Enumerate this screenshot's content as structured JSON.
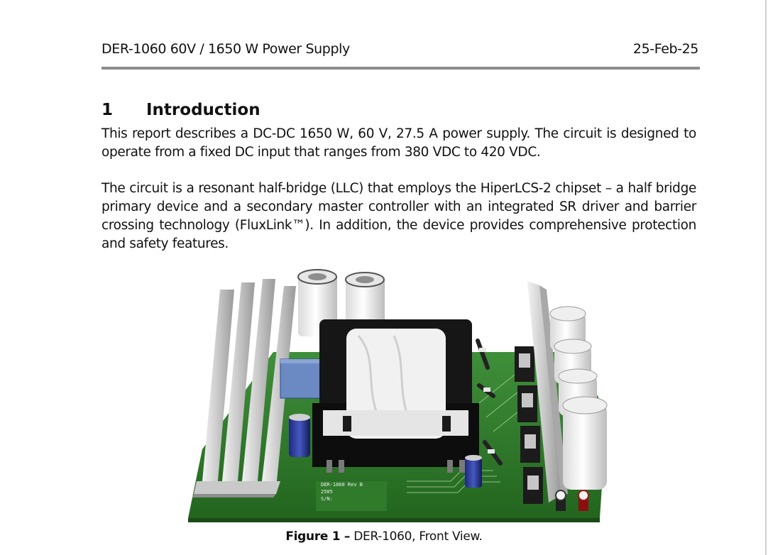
{
  "header": {
    "doc_title": "DER-1060 60V / 1650 W Power Supply",
    "date": "25-Feb-25"
  },
  "section": {
    "number": "1",
    "title": "Introduction"
  },
  "paragraphs": [
    "This report describes a DC-DC 1650 W, 60 V, 27.5 A power supply. The circuit is designed to operate from a fixed DC input that ranges from 380 VDC to 420 VDC.",
    "The circuit is a resonant half-bridge (LLC) that employs the HiperLCS-2 chipset – a half bridge primary device and a secondary master controller with an integrated SR driver and barrier crossing technology (FluxLink™). In addition, the device provides comprehensive protection and safety features."
  ],
  "figure": {
    "board_silkscreen": [
      "DER-1060 Rev B",
      "2505",
      "S/N:"
    ],
    "caption_lead": "Figure 1 –",
    "caption_text": " DER-1060, Front View."
  }
}
